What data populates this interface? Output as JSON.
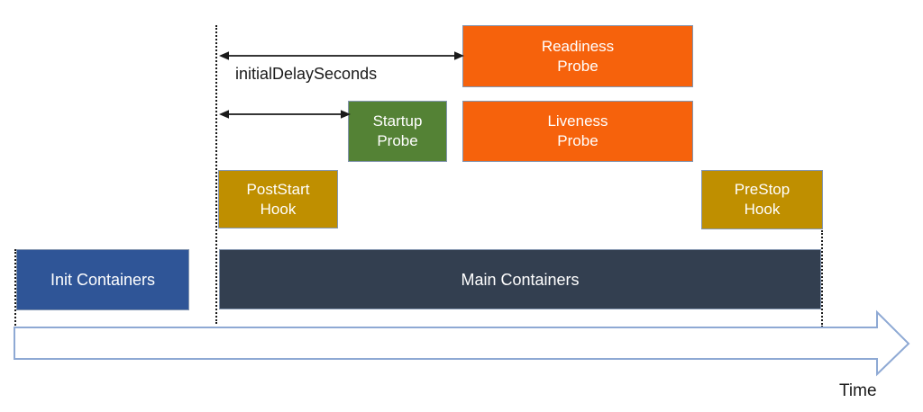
{
  "diagram": {
    "annotations": {
      "initial_delay_label": "initialDelaySeconds",
      "time_axis_label": "Time"
    },
    "boxes": {
      "readiness_probe": {
        "label": "Readiness\nProbe",
        "color": "#F6620C"
      },
      "liveness_probe": {
        "label": "Liveness\nProbe",
        "color": "#F6620C"
      },
      "startup_probe": {
        "label": "Startup\nProbe",
        "color": "#548235"
      },
      "poststart_hook": {
        "label": "PostStart\nHook",
        "color": "#BF8F00"
      },
      "prestop_hook": {
        "label": "PreStop\nHook",
        "color": "#BF8F00"
      },
      "init_containers": {
        "label": "Init Containers",
        "color": "#2F5597"
      },
      "main_containers": {
        "label": "Main Containers",
        "color": "#333F50"
      }
    },
    "colors": {
      "background": "#FFFFFF",
      "box_border": "#8496B0",
      "box_text": "#FFFFFF",
      "timeline_arrow_outline": "#8EA9D4",
      "timeline_arrow_fill": "#FFFFFF",
      "annotation_ink": "#1A1A1A"
    }
  }
}
